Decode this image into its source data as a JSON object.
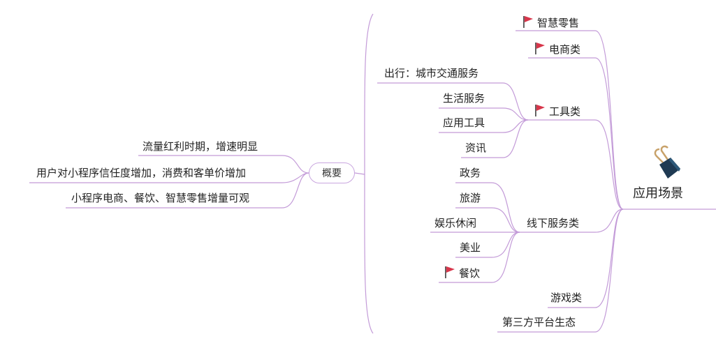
{
  "root": {
    "title": "应用场景"
  },
  "overview": {
    "label": "概要",
    "items": [
      "流量红利时期，增速明显",
      "用户对小程序信任度增加，消费和客单价增加",
      "小程序电商、餐饮、智慧零售增量可观"
    ]
  },
  "branches": {
    "smart_retail": "智慧零售",
    "ecommerce": "电商类",
    "tools": {
      "label": "工具类",
      "children": [
        "出行：城市交通服务",
        "生活服务",
        "应用工具",
        "资讯"
      ]
    },
    "offline": {
      "label": "线下服务类",
      "children": [
        "政务",
        "旅游",
        "娱乐休闲",
        "美业",
        "餐饮"
      ]
    },
    "games": "游戏类",
    "third_party": "第三方平台生态"
  },
  "colors": {
    "line": "#c39bd8",
    "flag": "#d8364b",
    "clip_body": "#1f3a53",
    "clip_wire": "#c8a26a"
  },
  "icons": {
    "flag": "flag-icon",
    "clip": "binder-clip-icon"
  }
}
